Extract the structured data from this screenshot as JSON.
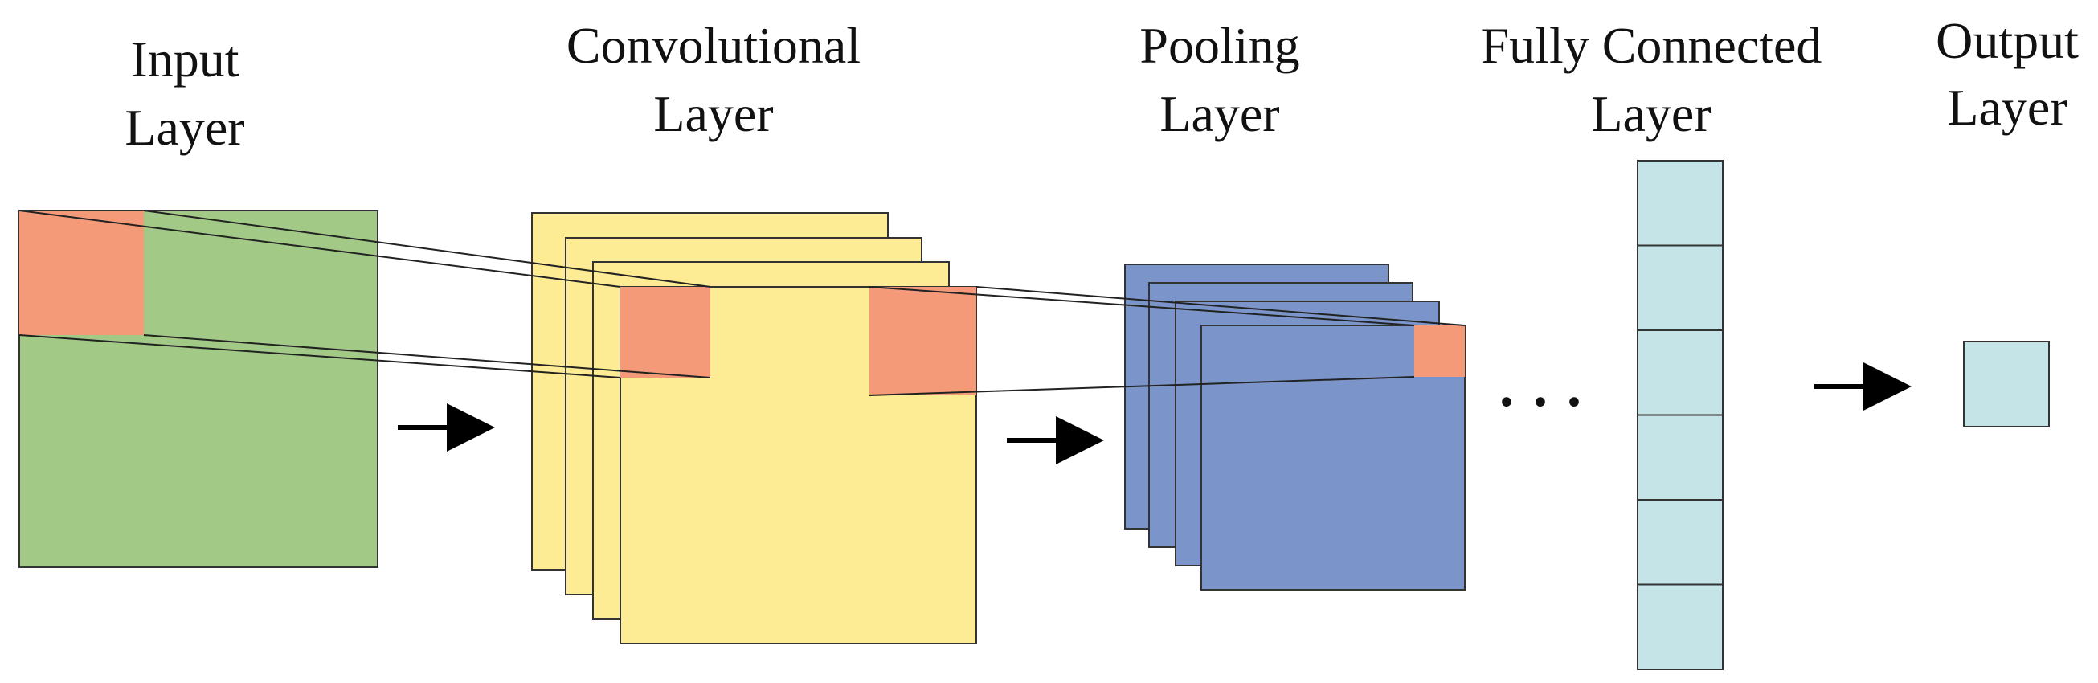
{
  "labels": {
    "input_l1": "Input",
    "input_l2": "Layer",
    "conv_l1": "Convolutional",
    "conv_l2": "Layer",
    "pool_l1": "Pooling",
    "pool_l2": "Layer",
    "fc_l1": "Fully Connected",
    "fc_l2": "Layer",
    "out_l1": "Output",
    "out_l2": "Layer"
  },
  "ellipsis": "· · ·",
  "colors": {
    "input_layer": "#a2c986",
    "conv_layer": "#fdec94",
    "pool_layer": "#7b95cb",
    "fc_layer": "#c5e4e8",
    "output_layer": "#c5e4e8",
    "receptive_field": "#f49a78",
    "arrow": "#000000"
  },
  "fc_cells": 6,
  "conv_stack_count": 4,
  "pool_stack_count": 4
}
